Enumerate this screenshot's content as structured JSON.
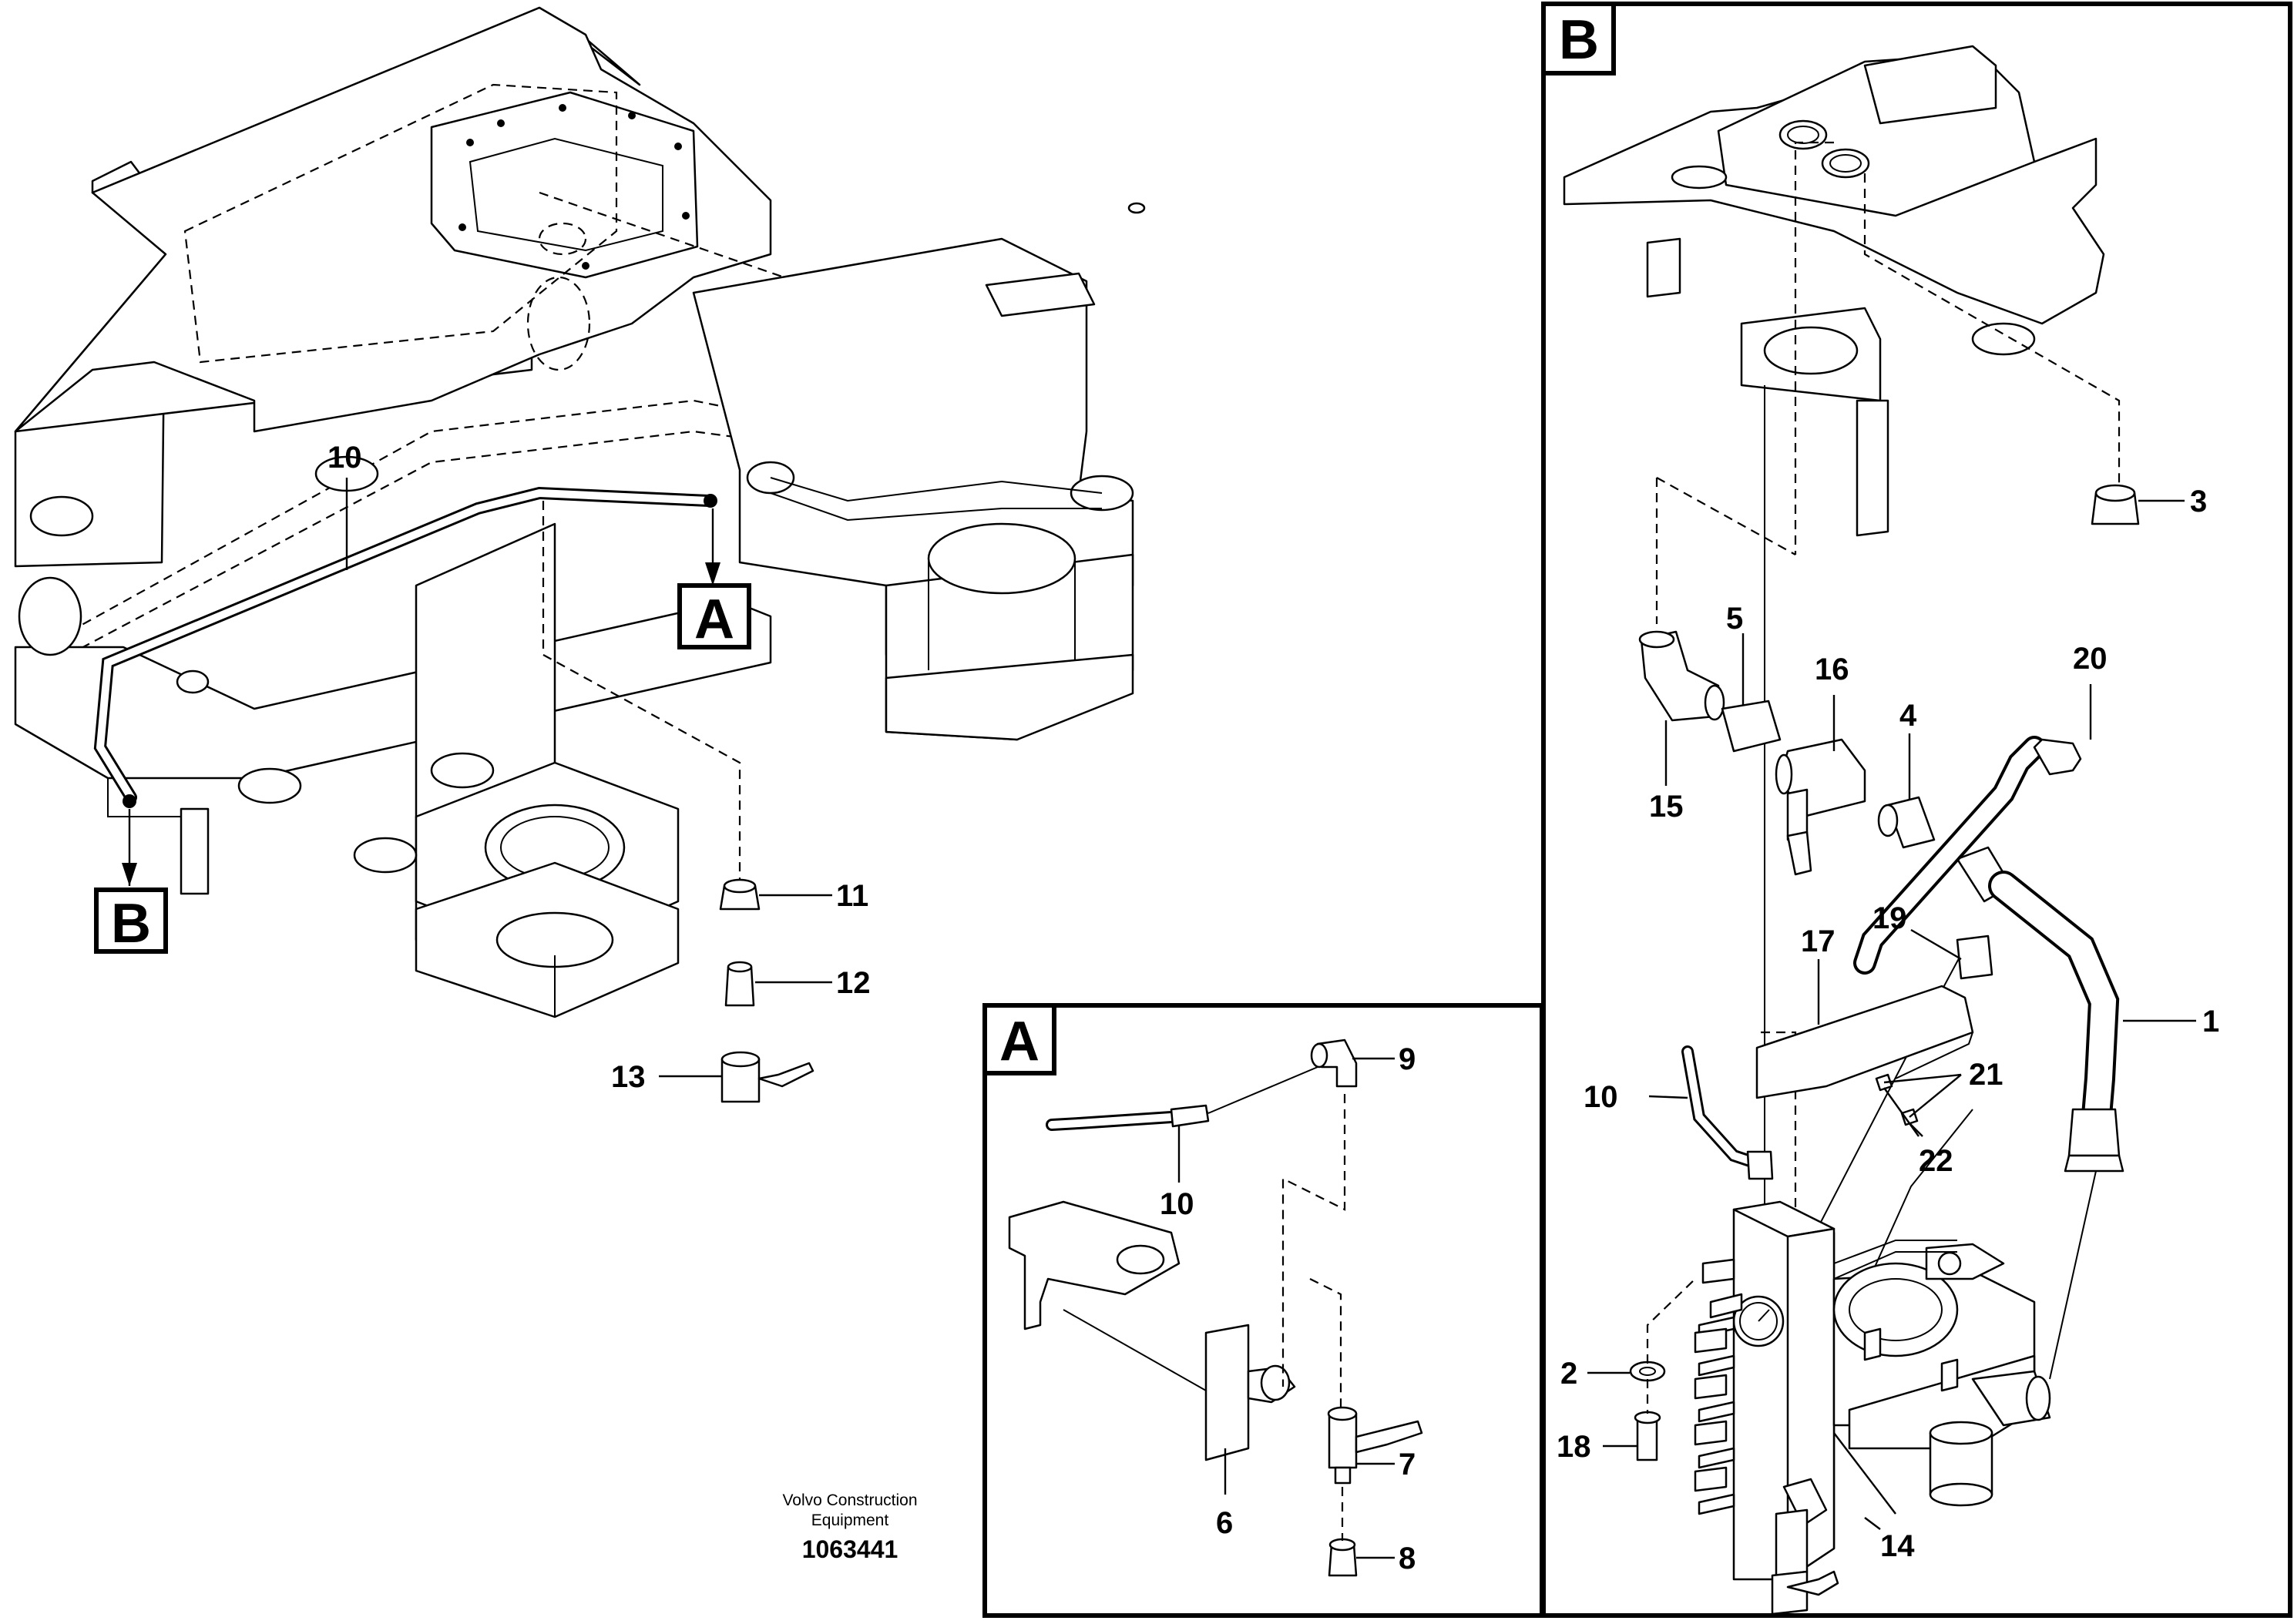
{
  "callouts": {
    "c1": "1",
    "c2": "2",
    "c3": "3",
    "c4": "4",
    "c5": "5",
    "c6": "6",
    "c7": "7",
    "c8": "8",
    "c9": "9",
    "c10": "10",
    "c11": "11",
    "c12": "12",
    "c13": "13",
    "c14": "14",
    "c15": "15",
    "c16": "16",
    "c17": "17",
    "c18": "18",
    "c19": "19",
    "c20": "20",
    "c21": "21",
    "c22": "22"
  },
  "detail_labels": {
    "a": "A",
    "b": "B"
  },
  "footer": {
    "company_line1": "Volvo Construction",
    "company_line2": "Equipment",
    "drawing_number": "1063441"
  }
}
